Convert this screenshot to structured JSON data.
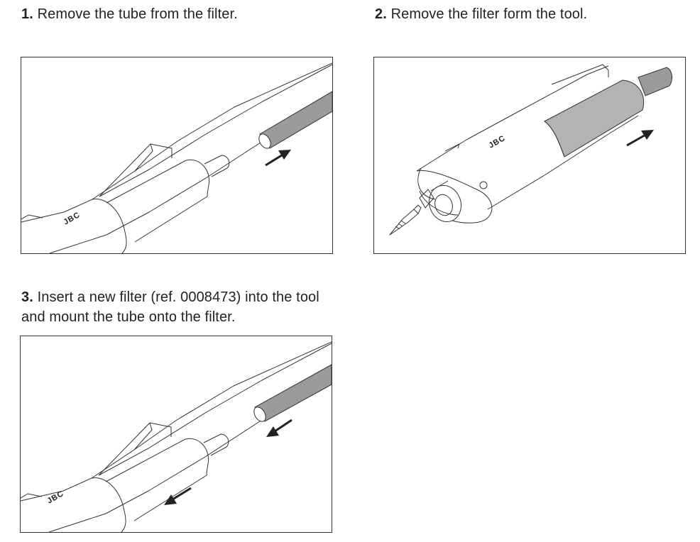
{
  "steps": [
    {
      "number": "1.",
      "text": "Remove the tube from the filter.",
      "brand": "JBC"
    },
    {
      "number": "2.",
      "text": "Remove the filter form the tool.",
      "brand": "JBC"
    },
    {
      "number": "3.",
      "text": "Insert a new filter (ref. 0008473) into the tool and mount the tube onto the filter.",
      "brand": "JBC"
    }
  ],
  "colors": {
    "line": "#333333",
    "tube_fill": "#9a9a9a",
    "filter_fill": "#b3b3b3",
    "arrow": "#222222"
  }
}
